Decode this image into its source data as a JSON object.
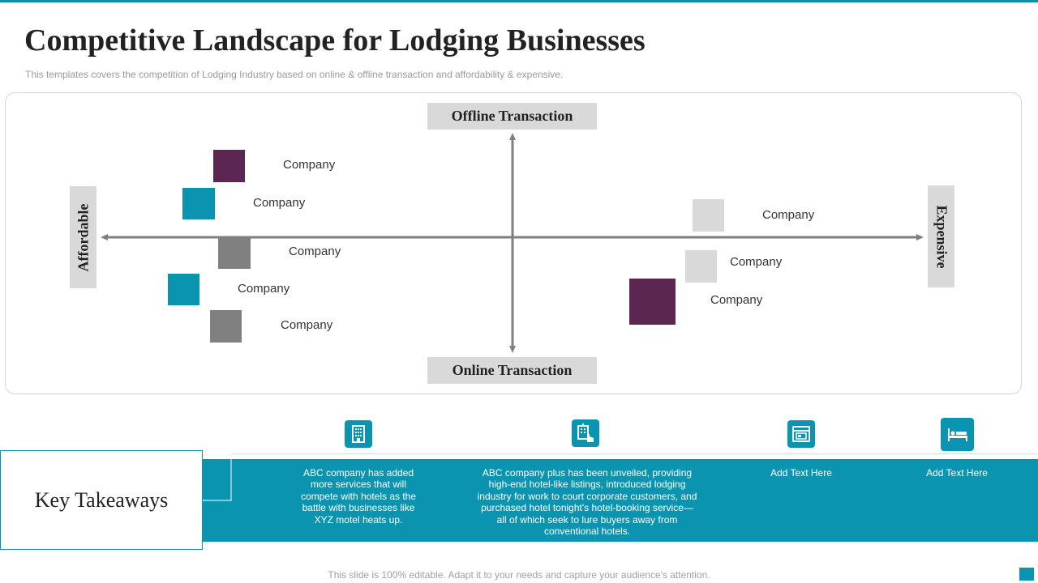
{
  "header": {
    "title": "Competitive Landscape for Lodging Businesses",
    "subtitle": "This templates covers the competition of Lodging Industry based on online & offline transaction and affordability & expensive."
  },
  "matrix": {
    "axis_top": "Offline Transaction",
    "axis_bottom": "Online Transaction",
    "axis_left": "Affordable",
    "axis_right": "Expensive",
    "companies": [
      {
        "label": "Company",
        "color": "#5b2752"
      },
      {
        "label": "Company",
        "color": "#0b94b0"
      },
      {
        "label": "Company",
        "color": "#808080"
      },
      {
        "label": "Company",
        "color": "#0b94b0"
      },
      {
        "label": "Company",
        "color": "#808080"
      },
      {
        "label": "Company",
        "color": "#d9d9d9"
      },
      {
        "label": "Company",
        "color": "#d9d9d9"
      },
      {
        "label": "Company",
        "color": "#5b2752"
      }
    ]
  },
  "takeaways": {
    "heading": "Key Takeaways",
    "items": [
      {
        "icon": "building-icon",
        "text": "ABC company has added more services that will compete with hotels as the battle with businesses like XYZ  motel heats up."
      },
      {
        "icon": "hotel-tap-icon",
        "text": "ABC company plus has been unveiled, providing high-end hotel-like listings, introduced lodging industry for work to court corporate customers, and purchased hotel tonight's hotel-booking service—all of which seek to lure buyers away from conventional hotels."
      },
      {
        "icon": "booking-window-icon",
        "text": "Add Text Here"
      },
      {
        "icon": "bed-icon",
        "text": "Add Text Here"
      }
    ]
  },
  "footer": {
    "note": "This slide is 100% editable. Adapt it to your needs and capture your audience's attention."
  },
  "colors": {
    "accent": "#0b94b0",
    "purple": "#5b2752",
    "gray": "#808080",
    "light_gray": "#d9d9d9"
  }
}
